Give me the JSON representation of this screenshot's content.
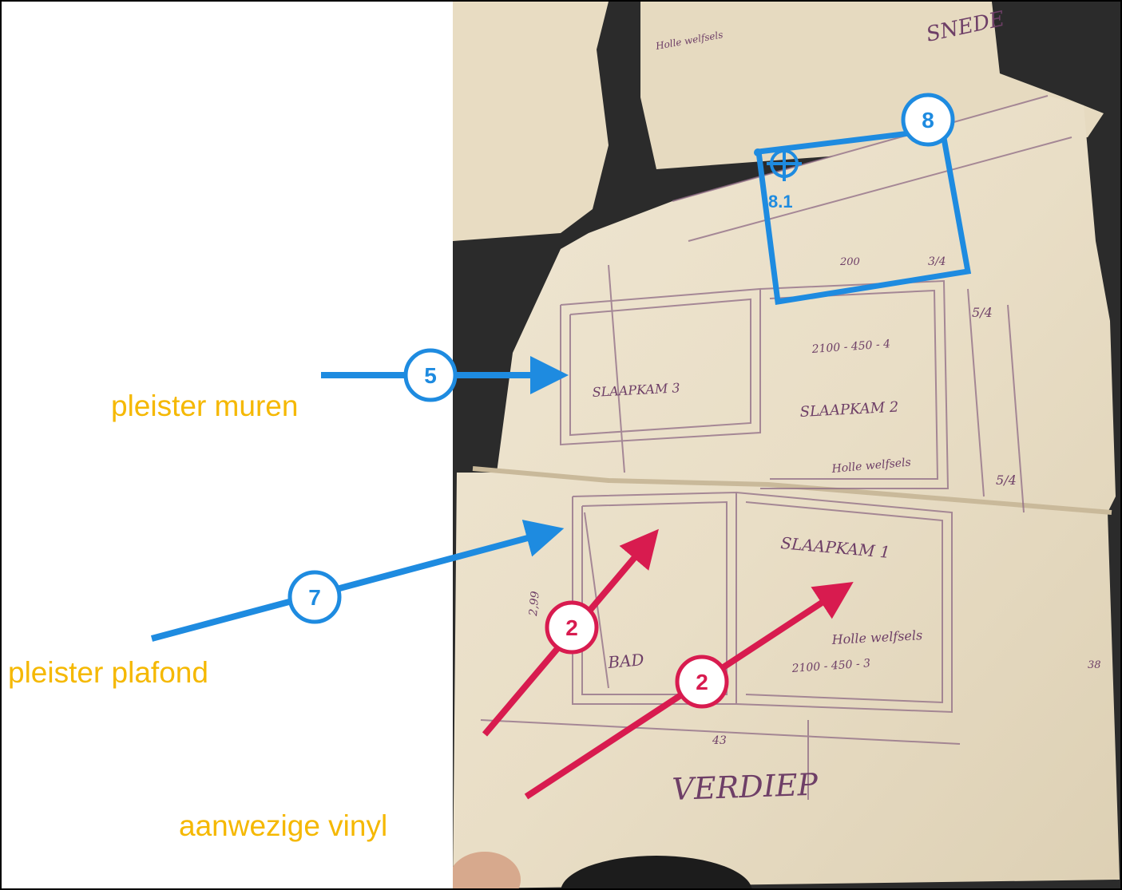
{
  "colors": {
    "blue_annotation": "#1E8BE0",
    "red_annotation": "#D81B4F",
    "label_text": "#F5B800",
    "paper": "#EDE3CC",
    "ink": "#7B4A73"
  },
  "labels": {
    "walls": "pleister muren",
    "ceiling": "pleister plafond",
    "vinyl": "aanwezige vinyl"
  },
  "markers": {
    "m5": "5",
    "m7": "7",
    "m8": "8",
    "m81": "8.1",
    "m2a": "2",
    "m2b": "2"
  },
  "plan_text": {
    "title": "VERDIEP",
    "room_1": "SLAAPKAM 1",
    "room_2": "SLAAPKAM 2",
    "room_3": "SLAAPKAM 3",
    "snede": "SNEDE",
    "holle_1": "Holle welfsels",
    "holle_2": "Holle welfsels",
    "holle_3": "Holle welfsels",
    "dim_2100_450_4": "2100 - 450 - 4",
    "dim_2100_450_3": "2100 - 450 - 3",
    "dim_3_4": "3/4",
    "dim_5_4": "5/4",
    "dim_5_4b": "5/4",
    "dim_200": "200",
    "dim_299": "2,99",
    "dim_43": "43",
    "dim_38": "38",
    "dim_bad": "BAD"
  }
}
